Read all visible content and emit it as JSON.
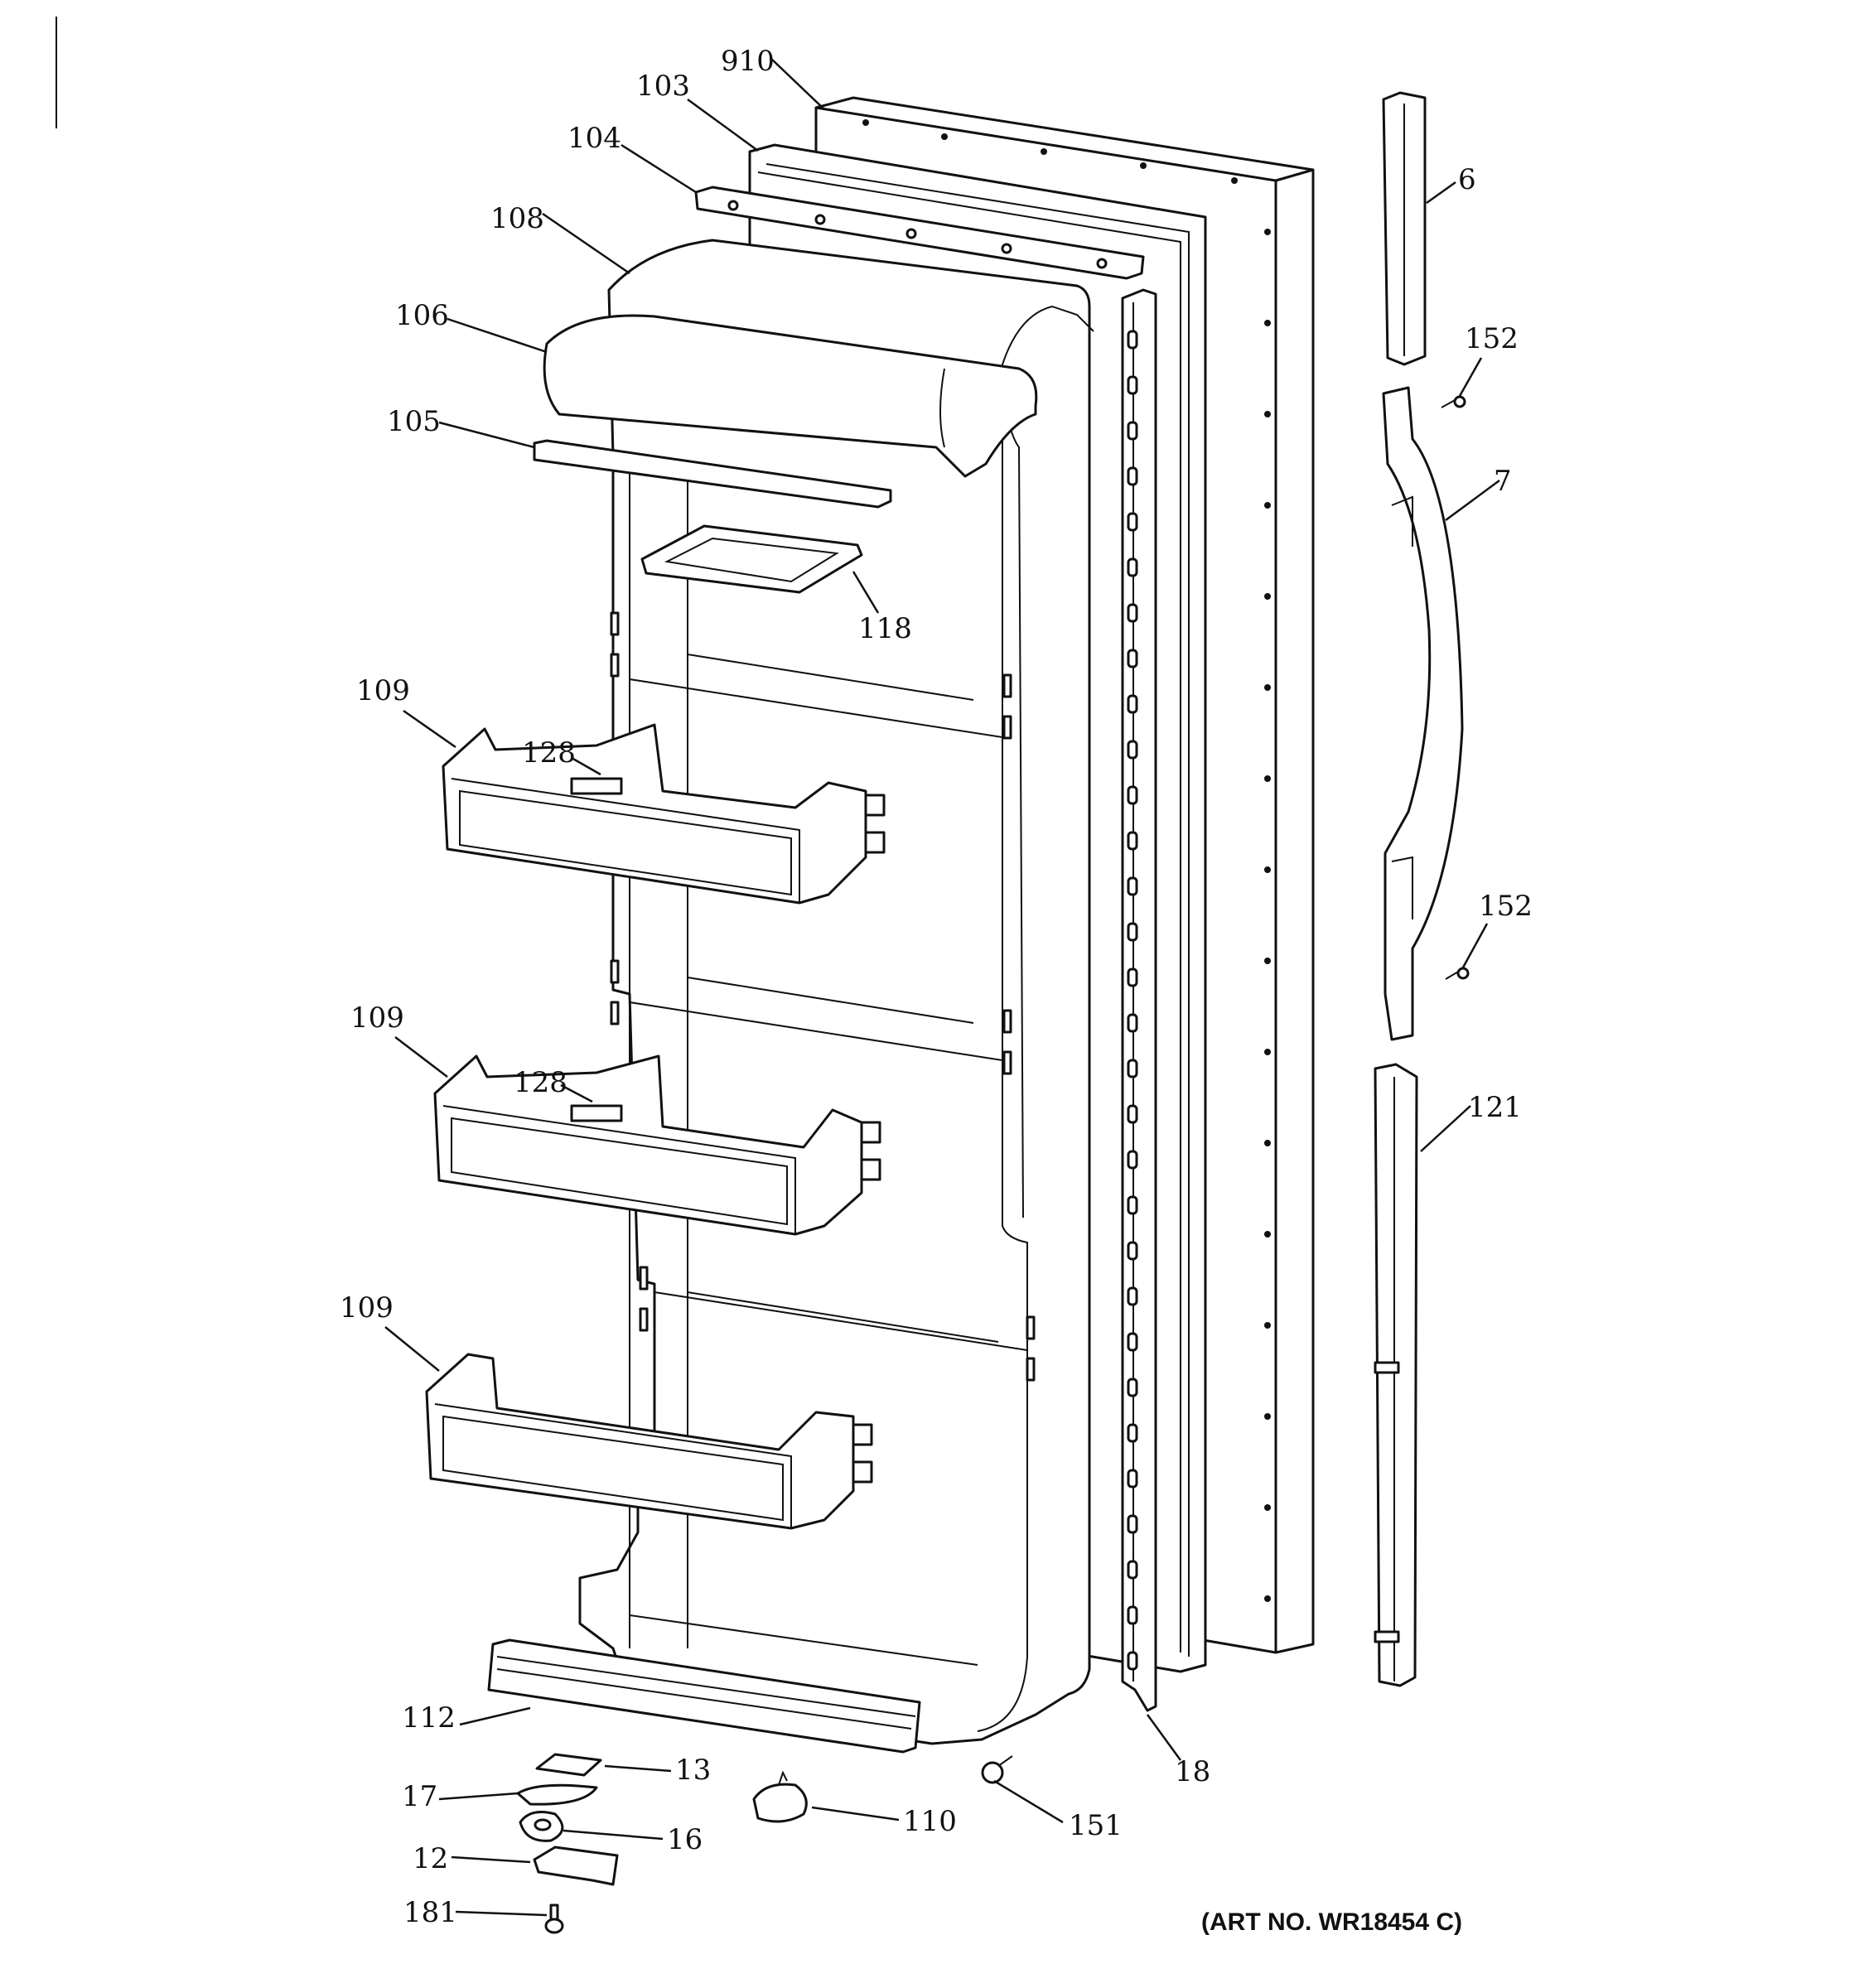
{
  "callouts": {
    "c910": "910",
    "c103": "103",
    "c104": "104",
    "c108": "108",
    "c106": "106",
    "c105": "105",
    "c118": "118",
    "c109a": "109",
    "c128a": "128",
    "c109b": "109",
    "c128b": "128",
    "c109c": "109",
    "c112": "112",
    "c13": "13",
    "c17": "17",
    "c16": "16",
    "c12": "12",
    "c181": "181",
    "c110": "110",
    "c151": "151",
    "c18": "18",
    "c6": "6",
    "c152a": "152",
    "c7": "7",
    "c152b": "152",
    "c121": "121"
  },
  "art_number": "(ART NO. WR18454 C)"
}
